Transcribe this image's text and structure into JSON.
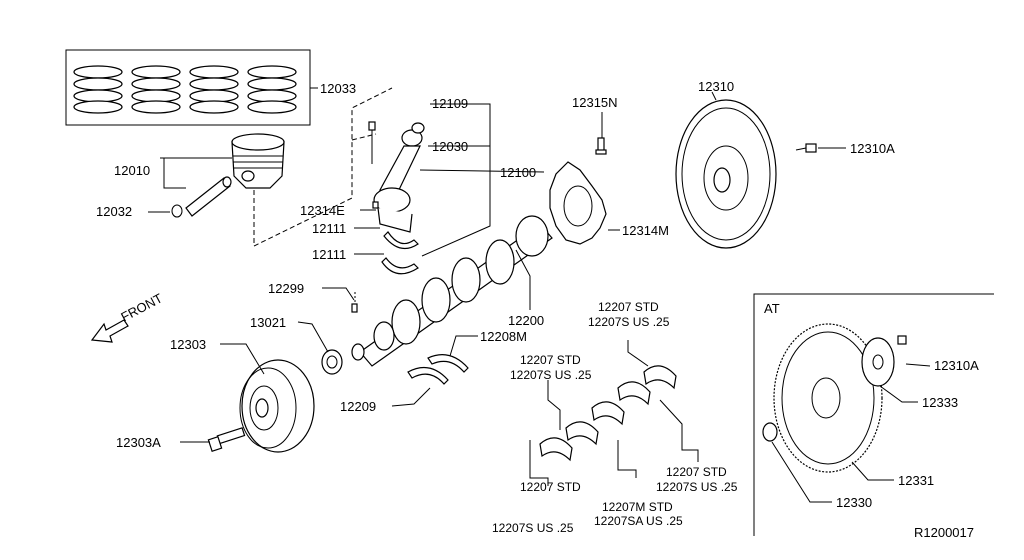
{
  "diagram": {
    "front_label": "FRONT",
    "at_label": "AT",
    "ref_code": "R1200017",
    "parts": [
      {
        "id": "p12033",
        "text": "12033"
      },
      {
        "id": "p12010",
        "text": "12010"
      },
      {
        "id": "p12032",
        "text": "12032"
      },
      {
        "id": "p12109",
        "text": "12109"
      },
      {
        "id": "p12030",
        "text": "12030"
      },
      {
        "id": "p12100",
        "text": "12100"
      },
      {
        "id": "p12314E",
        "text": "12314E"
      },
      {
        "id": "p12111a",
        "text": "12111"
      },
      {
        "id": "p12111b",
        "text": "12111"
      },
      {
        "id": "p12315N",
        "text": "12315N"
      },
      {
        "id": "p12314M",
        "text": "12314M"
      },
      {
        "id": "p12310",
        "text": "12310"
      },
      {
        "id": "p12310A",
        "text": "12310A"
      },
      {
        "id": "p12299",
        "text": "12299"
      },
      {
        "id": "p13021",
        "text": "13021"
      },
      {
        "id": "p12200",
        "text": "12200"
      },
      {
        "id": "p12208M",
        "text": "12208M"
      },
      {
        "id": "p12303",
        "text": "12303"
      },
      {
        "id": "p12209",
        "text": "12209"
      },
      {
        "id": "p12303A",
        "text": "12303A"
      },
      {
        "id": "p12310A2",
        "text": "12310A"
      },
      {
        "id": "p12333",
        "text": "12333"
      },
      {
        "id": "p12331",
        "text": "12331"
      },
      {
        "id": "p12330",
        "text": "12330"
      }
    ],
    "bearing_labels": [
      {
        "id": "b1_std",
        "text": "12207 STD"
      },
      {
        "id": "b1_us",
        "text": "12207S US .25"
      },
      {
        "id": "b2_std",
        "text": "12207 STD"
      },
      {
        "id": "b2_us",
        "text": "12207S US .25"
      },
      {
        "id": "b3_std",
        "text": "12207 STD"
      },
      {
        "id": "b3_us",
        "text": "12207S US .25"
      },
      {
        "id": "b4_std",
        "text": "12207 STD"
      },
      {
        "id": "b4_us",
        "text": "12207S US .25"
      },
      {
        "id": "b5_std",
        "text": "12207M STD"
      },
      {
        "id": "b5_us",
        "text": "12207SA US .25"
      }
    ]
  }
}
